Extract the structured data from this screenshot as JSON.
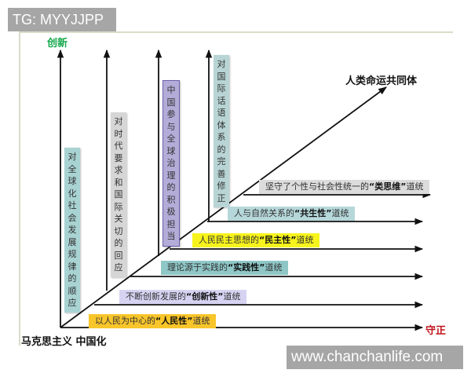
{
  "watermarks": {
    "top": "TG: MYYJJPP",
    "bottom": "www.chanchanlife.com"
  },
  "axes": {
    "vertical_label": "创新",
    "horizontal_label": "守正",
    "origin_label": "马克思主义 中国化",
    "diagonal_label": "人类命运共同体"
  },
  "colors": {
    "innovation": "#14a84a",
    "keep_right": "#c0141c",
    "line": "#111111"
  },
  "vertical_boxes": [
    {
      "text": "对全球化社会发展规律的顺应",
      "bg": "#a9d3d3"
    },
    {
      "text": "对时代要求和国际关切的回应",
      "bg": "#d6d6d6"
    },
    {
      "text": "中国参与全球治理的积极担当",
      "bg": "#b4acd8"
    },
    {
      "text": "对国际话语体系的完善修正",
      "bg": "#b8d4d4"
    }
  ],
  "horizontal_boxes": [
    {
      "prefix": "以人民为中心的",
      "key": "“人民性”",
      "suffix": "道统",
      "bg": "#f8c52a"
    },
    {
      "prefix": "不断创新发展的",
      "key": "“创新性”",
      "suffix": "道统",
      "bg": "#d6d3f2"
    },
    {
      "prefix": "理论源于实践的",
      "key": "“实践性”",
      "suffix": "道统",
      "bg": "#8fc7c7"
    },
    {
      "prefix": "人民民主思想的",
      "key": "“民主性”",
      "suffix": "道统",
      "bg": "#f7f31c"
    },
    {
      "prefix": "人与自然关系的",
      "key": "“共生性”",
      "suffix": "道统",
      "bg": "#b6d7da"
    },
    {
      "prefix": "坚守了个性与社会性统一的",
      "key": "“类思维”",
      "suffix": "道统",
      "bg": "#dcdcdc"
    }
  ]
}
